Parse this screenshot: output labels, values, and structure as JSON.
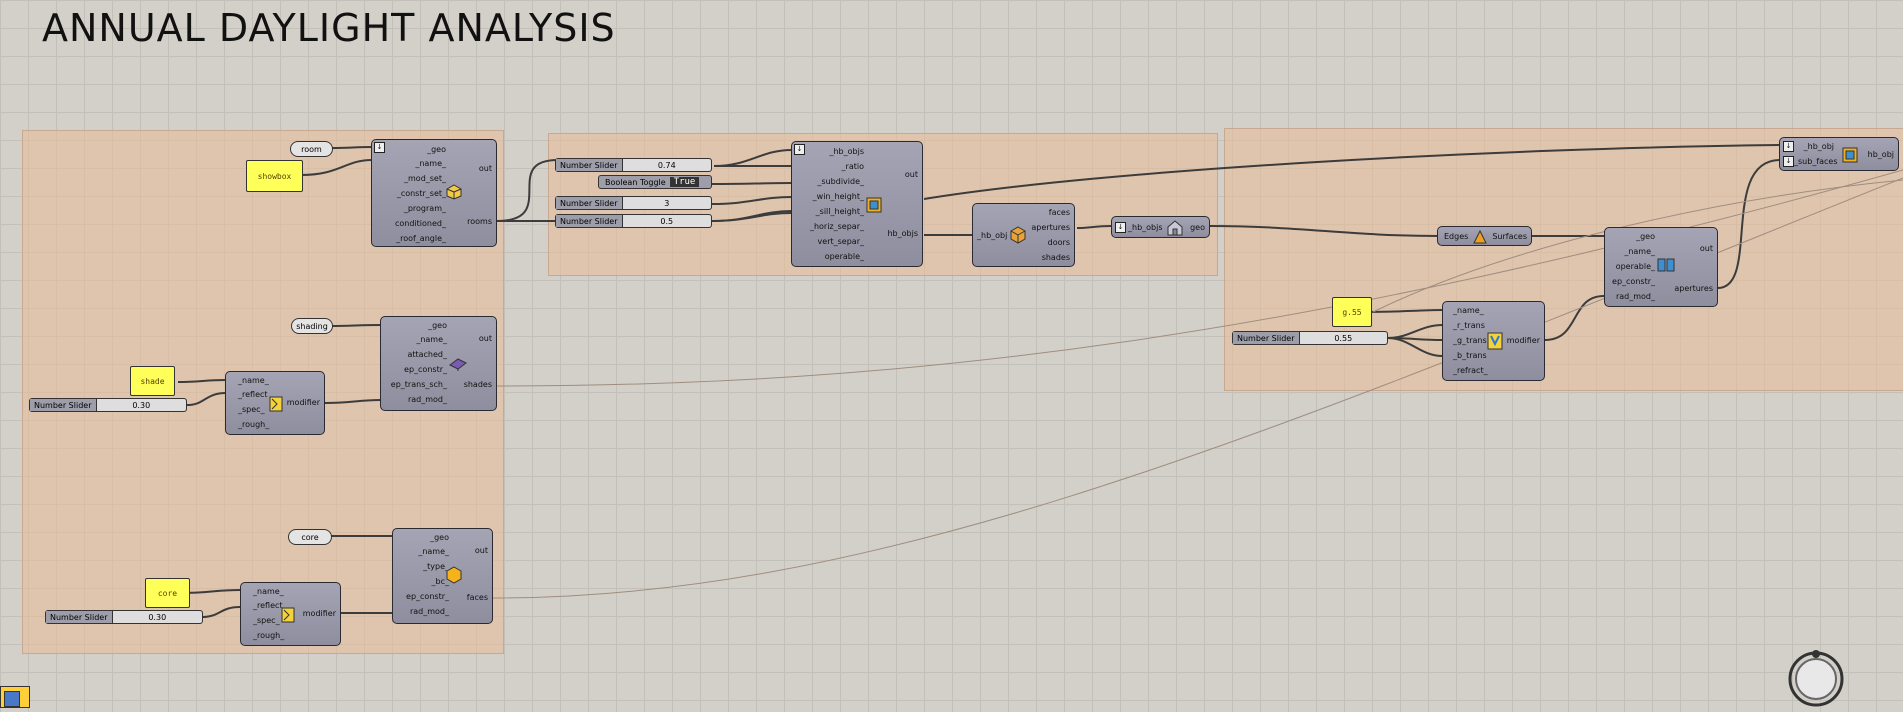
{
  "title": "ANNUAL DAYLIGHT ANALYSIS",
  "colors": {
    "group": "#eabc96",
    "canvas": "#d3d0c9",
    "panel": "#ffff5a",
    "component": "#9a9aaa"
  },
  "group1": {
    "room_param": "room",
    "showbox_panel": "showbox",
    "room_comp": {
      "inputs": [
        "_geo",
        "_name_",
        "_mod_set_",
        "_constr_set_",
        "_program_",
        "conditioned_",
        "_roof_angle_"
      ],
      "outputs": [
        "out",
        "rooms"
      ],
      "icon": "box-icon"
    },
    "shading_param": "shading",
    "shade_panel": "shade",
    "shade_slider": {
      "label": "Number Slider",
      "value": "0.30"
    },
    "shade_mod": {
      "inputs": [
        "_name_",
        "_reflect",
        "_spec_",
        "_rough_"
      ],
      "outputs": [
        "modifier"
      ],
      "icon": "opaque-modifier-icon"
    },
    "shade_comp": {
      "inputs": [
        "_geo",
        "_name_",
        "attached_",
        "ep_constr_",
        "ep_trans_sch_",
        "rad_mod_"
      ],
      "outputs": [
        "out",
        "shades"
      ],
      "icon": "shade-icon"
    },
    "core_param": "core",
    "core_panel": "core",
    "core_slider": {
      "label": "Number Slider",
      "value": "0.30"
    },
    "core_mod": {
      "inputs": [
        "_name_",
        "_reflect",
        "_spec_",
        "_rough_"
      ],
      "outputs": [
        "modifier"
      ],
      "icon": "opaque-modifier-icon"
    },
    "core_comp": {
      "inputs": [
        "_geo",
        "_name_",
        "_type_",
        "_bc_",
        "ep_constr_",
        "rad_mod_"
      ],
      "outputs": [
        "out",
        "faces"
      ],
      "icon": "hexagon-icon"
    }
  },
  "group2": {
    "slider1": {
      "label": "Number Slider",
      "value": "0.74"
    },
    "toggle": {
      "label": "Boolean Toggle",
      "value": "True"
    },
    "slider2": {
      "label": "Number Slider",
      "value": "3"
    },
    "slider3": {
      "label": "Number Slider",
      "value": "0.5"
    },
    "aperture_comp": {
      "inputs": [
        "_hb_objs",
        "_ratio",
        "_subdivide_",
        "_win_height_",
        "_sill_height_",
        "_horiz_separ_",
        "vert_separ_",
        "operable_"
      ],
      "outputs": [
        "out",
        "hb_objs"
      ],
      "icon": "window-ratio-icon"
    }
  },
  "deconstruct": {
    "input": "_hb_obj",
    "outputs": [
      "faces",
      "apertures",
      "doors",
      "shades"
    ],
    "icon": "deconstruct-icon"
  },
  "visualize": {
    "input": "_hb_objs",
    "output": "geo",
    "icon": "house-icon"
  },
  "group3": {
    "edges_comp": {
      "input": "Edges",
      "output": "Surfaces",
      "icon": "edges-icon"
    },
    "panel": "g.55",
    "slider": {
      "label": "Number Slider",
      "value": "0.55"
    },
    "glass_mod": {
      "inputs": [
        "_name_",
        "_r_trans",
        "_g_trans",
        "_b_trans",
        "_refract_"
      ],
      "outputs": [
        "modifier"
      ],
      "icon": "glass-modifier-icon"
    },
    "apt_comp": {
      "inputs": [
        "_geo",
        "_name_",
        "operable_",
        "ep_constr_",
        "rad_mod_"
      ],
      "outputs": [
        "out",
        "apertures"
      ],
      "icon": "aperture-icon"
    },
    "add_sub": {
      "inputs": [
        "_hb_obj",
        "_sub_faces"
      ],
      "outputs": [
        "hb_obj"
      ],
      "icon": "add-subface-icon"
    }
  }
}
